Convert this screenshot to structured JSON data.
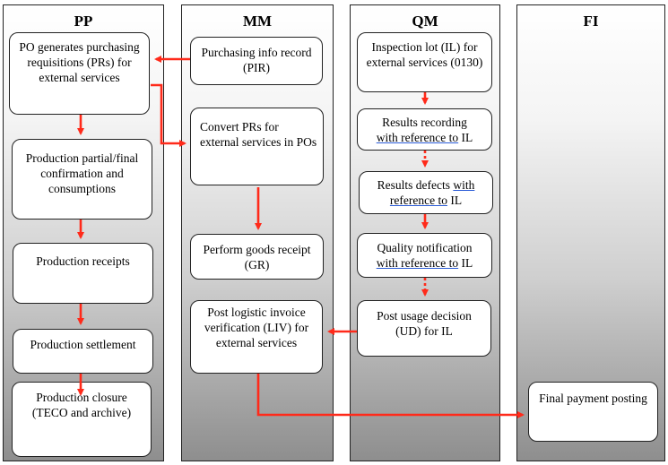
{
  "lanes": [
    "PP",
    "MM",
    "QM",
    "FI"
  ],
  "boxes": {
    "po_generates": "PO generates purchasing requisitions (PRs) for external services",
    "prod_confirm": "Production partial/final confirmation and consumptions",
    "prod_receipts": "Production receipts",
    "prod_settlement": "Production settlement",
    "prod_closure": "Production closure (TECO and archive)",
    "pir": "Purchasing info record (PIR)",
    "convert_prs": "Convert PRs for external services in POs",
    "goods_receipt": "Perform goods receipt (GR)",
    "liv": "Post logistic invoice verification (LIV) for external services",
    "inspection_lot": "Inspection lot (IL) for external services (0130)",
    "results_recording_a": "Results recording",
    "results_recording_b": "with reference to",
    "results_recording_c": " IL",
    "results_defects_a": "Results defects ",
    "results_defects_b": "with",
    "results_defects_c": "reference to",
    "results_defects_d": " IL",
    "quality_notif_a": "Quality notification",
    "quality_notif_b": "with reference to",
    "quality_notif_c": " IL",
    "usage_decision": "Post usage decision (UD) for IL",
    "final_payment": "Final payment posting"
  },
  "colors": {
    "arrow": "#ff2a1a",
    "border": "#222222"
  }
}
